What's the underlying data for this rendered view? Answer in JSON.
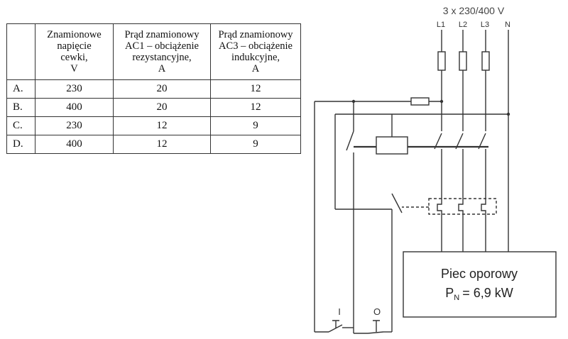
{
  "table": {
    "headers": [
      "",
      "Znamionowe napięcie cewki, V",
      "Prąd znamionowy AC1 – obciążenie rezystancyjne, A",
      "Prąd znamionowy AC3 – obciążenie indukcyjne, A"
    ],
    "header_lines": [
      [],
      [
        "Znamionowe",
        "napięcie",
        "cewki,",
        "V"
      ],
      [
        "Prąd znamionowy",
        "AC1 – obciążenie",
        "rezystancyjne,",
        "A"
      ],
      [
        "Prąd znamionowy",
        "AC3 – obciążenie",
        "indukcyjne,",
        "A"
      ]
    ],
    "rows": [
      [
        "A.",
        "230",
        "20",
        "12"
      ],
      [
        "B.",
        "400",
        "20",
        "12"
      ],
      [
        "C.",
        "230",
        "12",
        "9"
      ],
      [
        "D.",
        "400",
        "12",
        "9"
      ]
    ]
  },
  "diagram": {
    "supply_label": "3 x 230/400 V",
    "phase_labels": [
      "L1",
      "L2",
      "L3",
      "N"
    ],
    "load_title": "Piec oporowy",
    "load_power_symbol": "P",
    "load_power_subscript": "N",
    "load_power_value": "= 6,9 kW",
    "button_on_label": "I",
    "button_off_label": "O"
  }
}
